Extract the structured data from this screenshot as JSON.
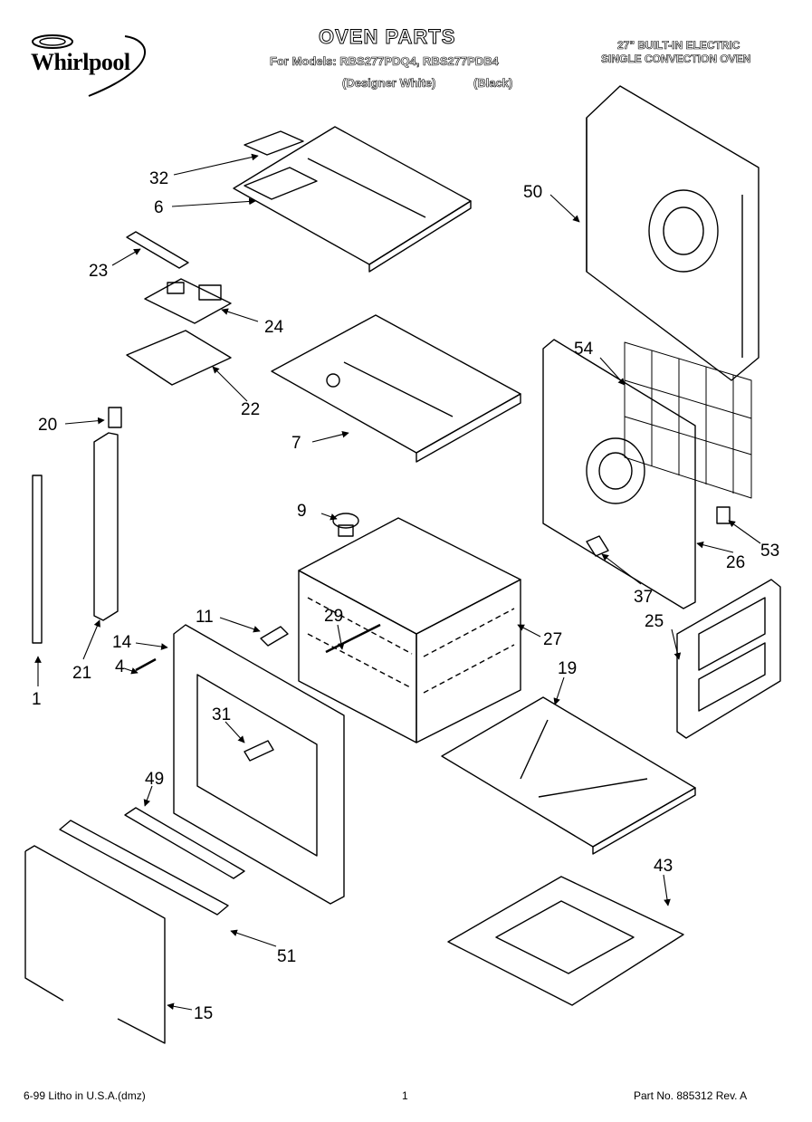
{
  "header": {
    "title": "OVEN PARTS",
    "models_line": "For Models: RBS277PDQ4, RBS277PDB4",
    "variant_1": "(Designer White)",
    "variant_2": "(Black)",
    "product_line_1": "27\" BUILT-IN ELECTRIC",
    "product_line_2": "SINGLE CONVECTION OVEN",
    "brand": "Whirlpool"
  },
  "callouts": [
    {
      "id": "c32",
      "label": "32"
    },
    {
      "id": "c6",
      "label": "6"
    },
    {
      "id": "c50",
      "label": "50"
    },
    {
      "id": "c23",
      "label": "23"
    },
    {
      "id": "c24",
      "label": "24"
    },
    {
      "id": "c22",
      "label": "22"
    },
    {
      "id": "c54",
      "label": "54"
    },
    {
      "id": "c20",
      "label": "20"
    },
    {
      "id": "c7",
      "label": "7"
    },
    {
      "id": "c9",
      "label": "9"
    },
    {
      "id": "c53",
      "label": "53"
    },
    {
      "id": "c26",
      "label": "26"
    },
    {
      "id": "c37",
      "label": "37"
    },
    {
      "id": "c11",
      "label": "11"
    },
    {
      "id": "c29",
      "label": "29"
    },
    {
      "id": "c25",
      "label": "25"
    },
    {
      "id": "c27",
      "label": "27"
    },
    {
      "id": "c14",
      "label": "14"
    },
    {
      "id": "c21",
      "label": "21"
    },
    {
      "id": "c4",
      "label": "4"
    },
    {
      "id": "c19",
      "label": "19"
    },
    {
      "id": "c1",
      "label": "1"
    },
    {
      "id": "c31",
      "label": "31"
    },
    {
      "id": "c49",
      "label": "49"
    },
    {
      "id": "c43",
      "label": "43"
    },
    {
      "id": "c51",
      "label": "51"
    },
    {
      "id": "c15",
      "label": "15"
    }
  ],
  "footer": {
    "left": "6-99 Litho in U.S.A.(dmz)",
    "center": "1",
    "right": "Part No. 885312 Rev. A"
  }
}
